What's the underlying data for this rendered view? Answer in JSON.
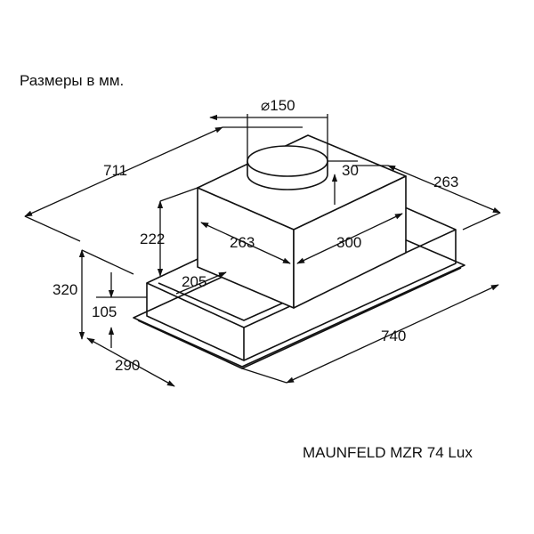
{
  "units_caption": "Размеры в мм.",
  "model_caption": "MAUNFELD MZR 74 Lux",
  "dimensions": {
    "duct_diameter": "⌀150",
    "collar_height": "30",
    "overall_depth": "711",
    "right_depth": "263",
    "body_height": "222",
    "body_depth": "263",
    "body_width": "300",
    "total_height": "320",
    "frame_offset": "205",
    "frame_height": "105",
    "front_depth": "290",
    "overall_width": "740"
  },
  "colors": {
    "line": "#111111",
    "background": "#ffffff"
  }
}
